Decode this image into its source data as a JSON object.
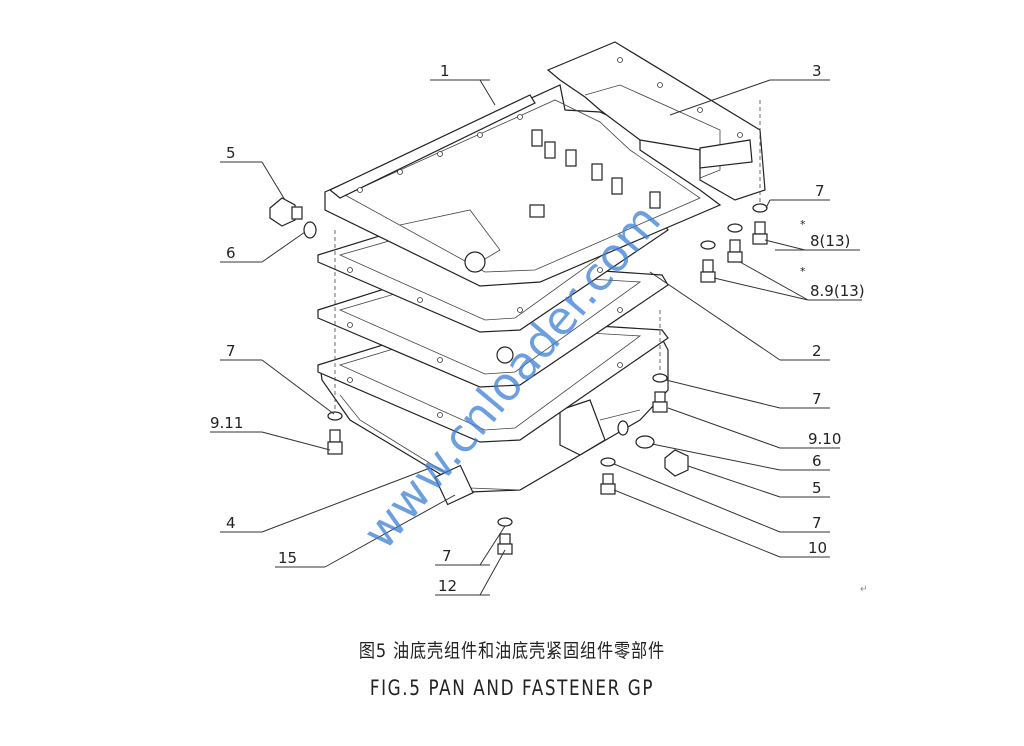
{
  "figure": {
    "caption_cn": "图5  油底壳组件和油底壳紧固组件零部件",
    "caption_en": "FIG.5  PAN AND FASTENER GP",
    "watermark": "www.cnloader.com",
    "return_mark": "↵"
  },
  "callouts": [
    {
      "id": "c1",
      "text": "1"
    },
    {
      "id": "c3",
      "text": "3"
    },
    {
      "id": "c5a",
      "text": "5"
    },
    {
      "id": "c6a",
      "text": "6"
    },
    {
      "id": "c7a",
      "text": "7"
    },
    {
      "id": "c8",
      "text": "8(13)",
      "star": "*"
    },
    {
      "id": "c89",
      "text": "8.9(13)",
      "star": "*"
    },
    {
      "id": "c2",
      "text": "2"
    },
    {
      "id": "c7b",
      "text": "7"
    },
    {
      "id": "c910",
      "text": "9.10"
    },
    {
      "id": "c6b",
      "text": "6"
    },
    {
      "id": "c5b",
      "text": "5"
    },
    {
      "id": "c7c",
      "text": "7"
    },
    {
      "id": "c10",
      "text": "10"
    },
    {
      "id": "c7d",
      "text": "7"
    },
    {
      "id": "c911",
      "text": "9.11"
    },
    {
      "id": "c4",
      "text": "4"
    },
    {
      "id": "c15",
      "text": "15"
    },
    {
      "id": "c7e",
      "text": "7"
    },
    {
      "id": "c12",
      "text": "12"
    }
  ]
}
